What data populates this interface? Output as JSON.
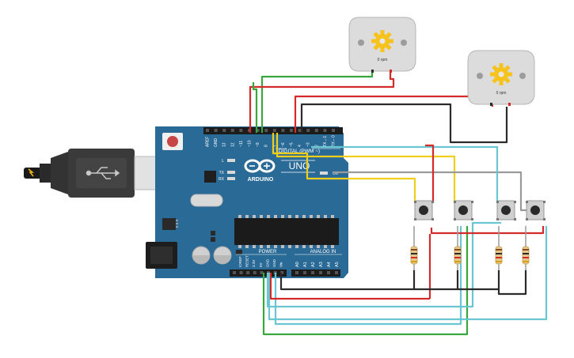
{
  "board": {
    "brand": "ARDUINO",
    "model": "UNO",
    "digital_header_label": "DIGITAL (PWM ~)",
    "digital_pins": [
      "AREF",
      "GND",
      "13",
      "12",
      "~11",
      "~10",
      "~9",
      "8",
      "7",
      "~6",
      "~5",
      "4",
      "~3",
      "2",
      "TX→1",
      "RX←0"
    ],
    "power_header_label": "POWER",
    "power_pins": [
      "IOREF",
      "RESET",
      "3.3V",
      "5V",
      "GND",
      "GND",
      "Vin"
    ],
    "analog_header_label": "ANALOG IN",
    "analog_pins": [
      "A0",
      "A1",
      "A2",
      "A3",
      "A4",
      "A5"
    ],
    "led_labels": [
      "L",
      "TX",
      "RX"
    ],
    "on_label": "ON"
  },
  "motors": [
    {
      "rpm_text": "0 rpm"
    },
    {
      "rpm_text": "0 rpm"
    }
  ],
  "colors": {
    "board_blue": "#2a6a96",
    "wire_red": "#d42a2a",
    "wire_black": "#2b2b2b",
    "wire_green": "#38a83e",
    "wire_yellow": "#f0cf1c",
    "wire_cyan": "#68c7d2",
    "wire_gray": "#9a9a9a",
    "motor_gear": "#f6c21c"
  },
  "icons": [
    "usb-cable-icon",
    "gear-icon",
    "reset-button-icon",
    "infinity-logo-icon"
  ]
}
